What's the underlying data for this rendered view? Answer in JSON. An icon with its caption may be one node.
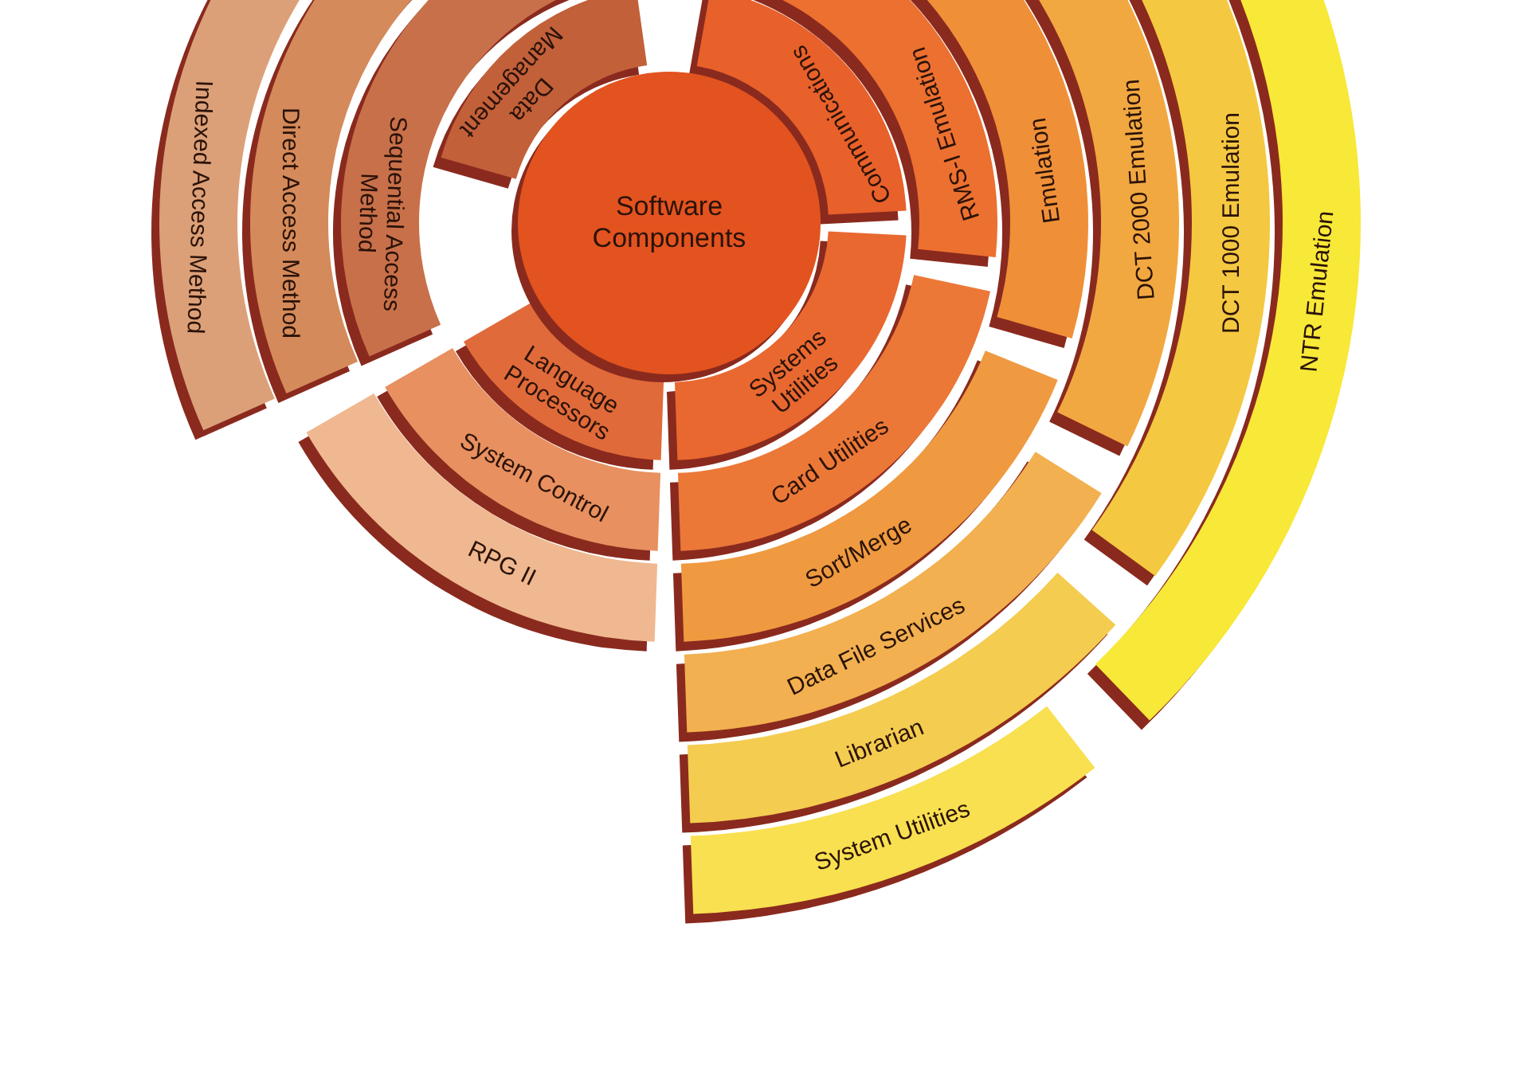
{
  "diagram": {
    "nodes": [
      {
        "text": [
          "Software Components"
        ]
      },
      {
        "text": [
          "Indexed Access Method"
        ]
      },
      {
        "text": [
          "Direct Access Method"
        ]
      },
      {
        "text": [
          "Sequential Access Method"
        ]
      },
      {
        "text": [
          "Data Management"
        ]
      },
      {
        "text": [
          "Communications"
        ]
      },
      {
        "text": [
          "RMS-I Emulation"
        ]
      },
      {
        "text": [
          "Emulation"
        ]
      },
      {
        "text": [
          "DCT 2000 Emulation"
        ]
      },
      {
        "text": [
          "DCT 1000 Emulation"
        ]
      },
      {
        "text": [
          "NTR Emulation"
        ]
      },
      {
        "text": [
          "Language Processors"
        ]
      },
      {
        "text": [
          "System Control"
        ]
      },
      {
        "text": [
          "RPG II"
        ]
      },
      {
        "text": [
          "Systems Utilities"
        ]
      },
      {
        "text": [
          "Card Utilities"
        ]
      },
      {
        "text": [
          "Sort/Merge"
        ]
      },
      {
        "text": [
          "Data File Services"
        ]
      },
      {
        "text": [
          "Librarian"
        ]
      },
      {
        "text": [
          "System Utilities"
        ]
      }
    ]
  }
}
